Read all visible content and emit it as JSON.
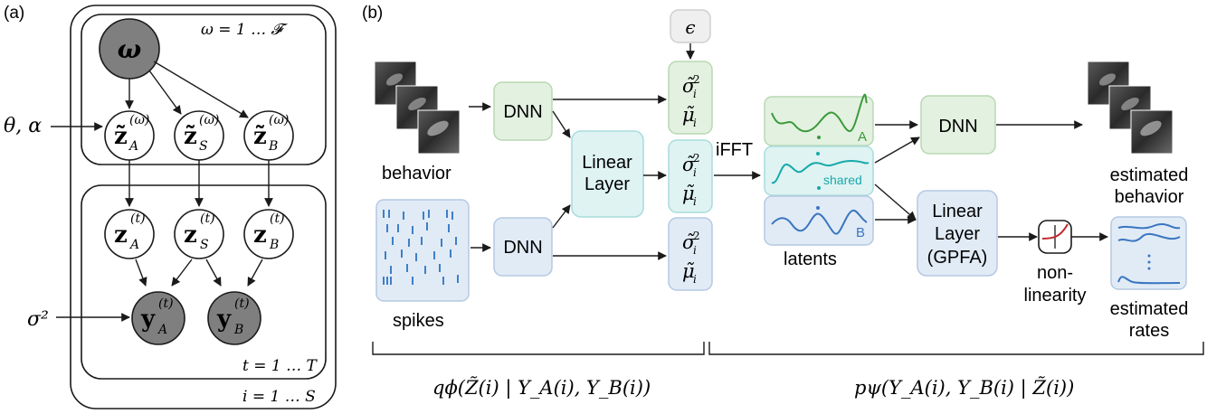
{
  "panel_a": {
    "label": "(a)",
    "plate_outer": "i = 1 … S",
    "plate_freq": "ω = 1 … 𝓕",
    "plate_time": "t = 1 … T",
    "node_omega": "ω",
    "params_theta_alpha": "θ, α",
    "params_sigma": "σ²",
    "freq_nodes": [
      {
        "sym": "z̃",
        "sup": "(ω)",
        "sub": "A"
      },
      {
        "sym": "z̃",
        "sup": "(ω)",
        "sub": "S"
      },
      {
        "sym": "z̃",
        "sup": "(ω)",
        "sub": "B"
      }
    ],
    "time_nodes": [
      {
        "sym": "z",
        "sup": "(t)",
        "sub": "A"
      },
      {
        "sym": "z",
        "sup": "(t)",
        "sub": "S"
      },
      {
        "sym": "z",
        "sup": "(t)",
        "sub": "B"
      }
    ],
    "obs_nodes": [
      {
        "sym": "y",
        "sup": "(t)",
        "sub": "A"
      },
      {
        "sym": "y",
        "sup": "(t)",
        "sub": "B"
      }
    ]
  },
  "panel_b": {
    "label": "(b)",
    "behavior_label": "behavior",
    "spikes_label": "spikes",
    "dnn_label": "DNN",
    "linear_layer": [
      "Linear",
      "Layer"
    ],
    "epsilon": "ϵ",
    "sigma_label": "σ̃",
    "sigma_sub": "i",
    "sigma_sup": "2",
    "mu_label": "μ̃",
    "mu_sub": "i",
    "ifft": "iFFT",
    "latent_A": "A",
    "latent_shared": "shared",
    "latent_B": "B",
    "latents_label": "latents",
    "dnn_decoder": "DNN",
    "linear_gpfa": [
      "Linear",
      "Layer",
      "(GPFA)"
    ],
    "nonlinearity": [
      "non-",
      "linearity"
    ],
    "estimated_behavior": [
      "estimated",
      "behavior"
    ],
    "estimated_rates": [
      "estimated",
      "rates"
    ],
    "encoder_formula": "qϕ(Z̃(i) | Y_A(i), Y_B(i))",
    "decoder_formula": "pψ(Y_A(i), Y_B(i) | Z̃(i))"
  },
  "colors": {
    "green_fill": "#e3f1e0",
    "green_stroke": "#b9d8b3",
    "cyan_fill": "#dff3f3",
    "cyan_stroke": "#a9dcdc",
    "blue_fill": "#e1ebf6",
    "blue_stroke": "#b5c9e2",
    "grey_fill": "#efefef",
    "grey_stroke": "#cfcfcf",
    "latent_green": "#3b9a3b",
    "latent_cyan": "#17a9a9",
    "latent_blue": "#3a76c0",
    "spike_blue": "#3f7fc7",
    "obs_fill": "#7f7f7f"
  }
}
